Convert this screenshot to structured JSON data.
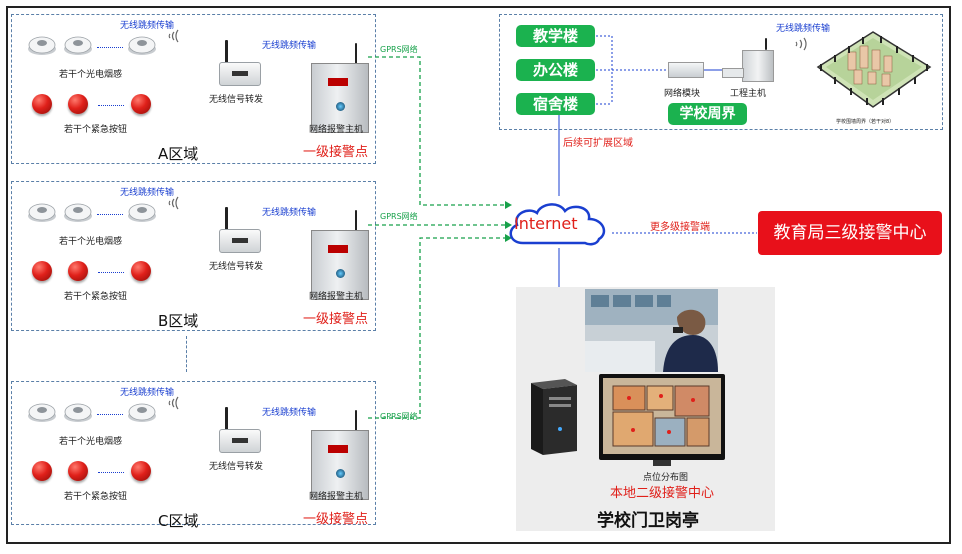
{
  "zones": [
    {
      "title": "A区域",
      "wireless": "无线跳频传输",
      "wireless2": "无线跳频传输",
      "smoke": "若干个光电烟感",
      "button": "若干个紧急按钮",
      "relay": "无线信号转发",
      "host": "网络报警主机",
      "point": "一级接警点",
      "gprs": "GPRS网络"
    },
    {
      "title": "B区域",
      "wireless": "无线跳频传输",
      "wireless2": "无线跳频传输",
      "smoke": "若干个光电烟感",
      "button": "若干个紧急按钮",
      "relay": "无线信号转发",
      "host": "网络报警主机",
      "point": "一级接警点",
      "gprs": "GPRS网络"
    },
    {
      "title": "C区域",
      "wireless": "无线跳频传输",
      "wireless2": "无线跳频传输",
      "smoke": "若干个光电烟感",
      "button": "若干个紧急按钮",
      "relay": "无线信号转发",
      "host": "网络报警主机",
      "point": "一级接警点",
      "gprs": "GPRS网络"
    }
  ],
  "campus": {
    "buildings": [
      "教学楼",
      "办公楼",
      "宿舍楼"
    ],
    "module": "网络模块",
    "engineering_host": "工程主机",
    "wireless": "无线跳频传输",
    "perimeter": "学校周界",
    "aerial_caption": "学校围墙周界（若干对8）",
    "expand": "后续可扩展区域"
  },
  "internet": "Internet",
  "more": "更多级接警端",
  "edu_center": "教育局三级接警中心",
  "guard": {
    "floorplan": "点位分布图",
    "center": "本地二级接警中心",
    "title": "学校门卫岗亭"
  },
  "colors": {
    "green": "#1bb24f",
    "red": "#e8101a",
    "blue": "#1a3fd0",
    "gprs": "#17a14a"
  }
}
